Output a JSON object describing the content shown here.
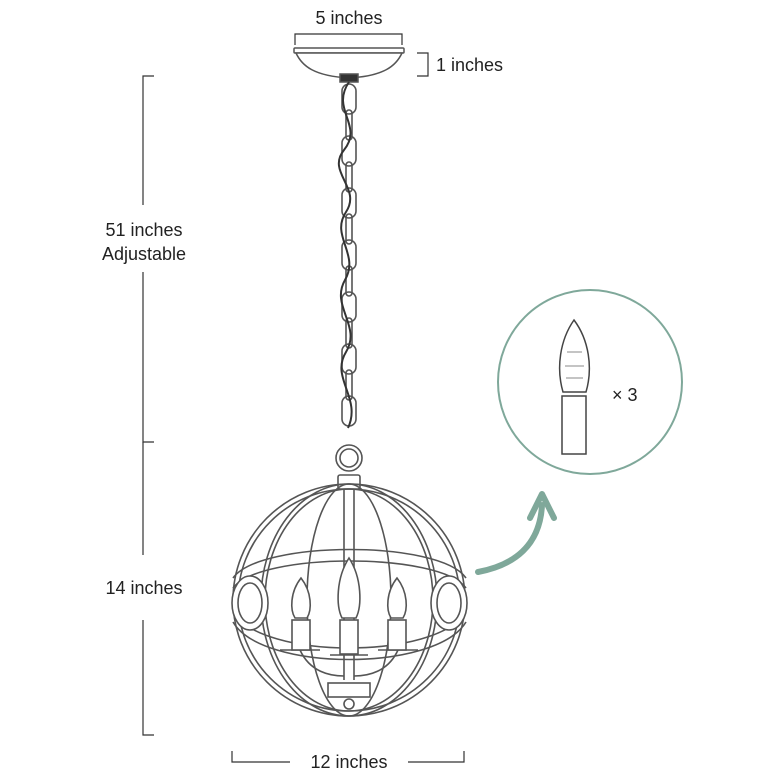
{
  "dimensions": {
    "canopy_width": "5 inches",
    "canopy_height": "1 inches",
    "chain_length_line1": "51 inches",
    "chain_length_line2": "Adjustable",
    "body_height": "14 inches",
    "body_width": "12 inches"
  },
  "bulb_callout": {
    "quantity": "× 3"
  },
  "colors": {
    "line": "#555555",
    "text": "#222222",
    "accent": "#7fa89a"
  }
}
